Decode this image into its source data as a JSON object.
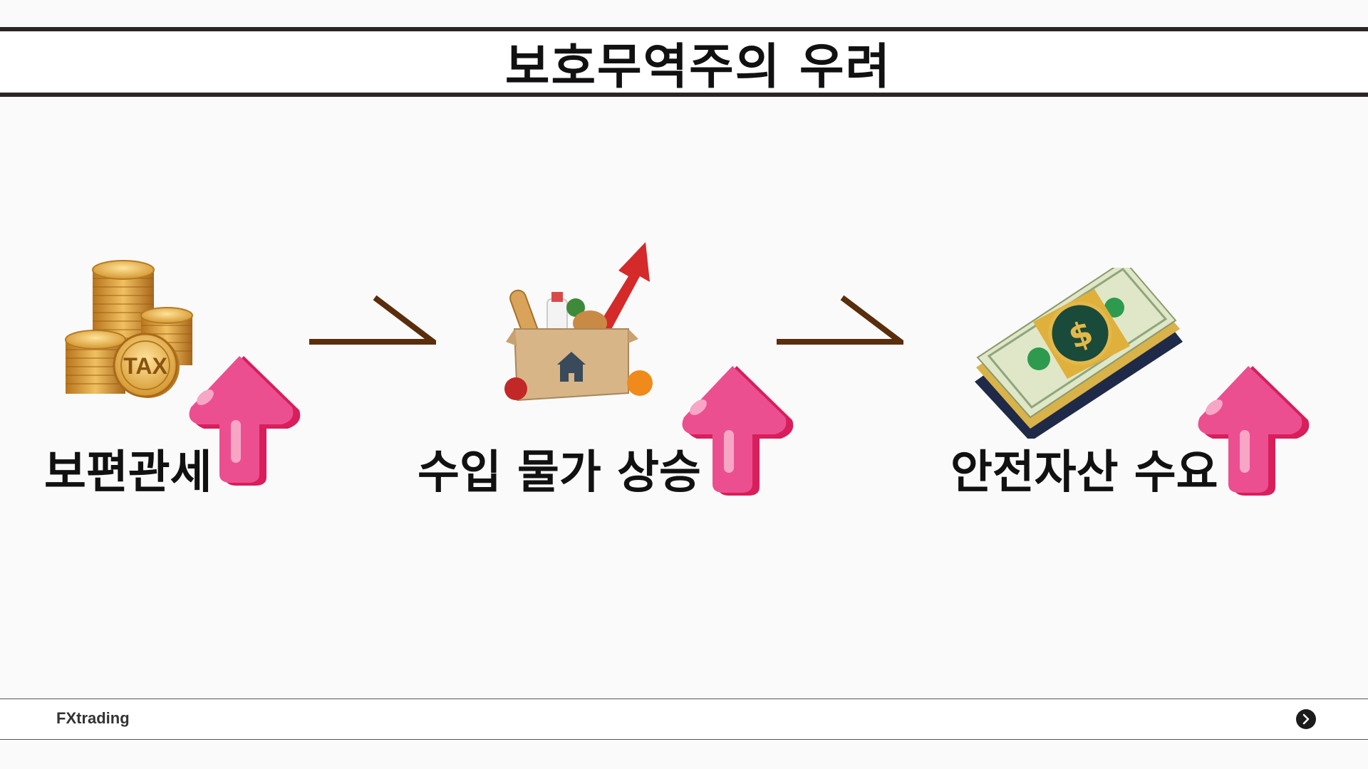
{
  "slide": {
    "title": "보호무역주의 우려"
  },
  "flow": {
    "items": [
      {
        "label": "보편관세",
        "icon": "tax-coins-icon",
        "trend": "up"
      },
      {
        "label": "수입 물가 상승",
        "icon": "grocery-box-price-up-icon",
        "trend": "up"
      },
      {
        "label": "안전자산 수요",
        "icon": "cash-stack-icon",
        "trend": "up"
      }
    ],
    "connector": "right-arrow-chevron"
  },
  "icons": {
    "coin_text": "TAX"
  },
  "colors": {
    "up_arrow": "#ec4f8f",
    "up_arrow_shadow": "#d81e5b",
    "connector": "#5a2d0c",
    "title_rule": "#2b2526"
  },
  "footer": {
    "brand": "FXtrading",
    "next_icon": "chevron-right-icon"
  }
}
